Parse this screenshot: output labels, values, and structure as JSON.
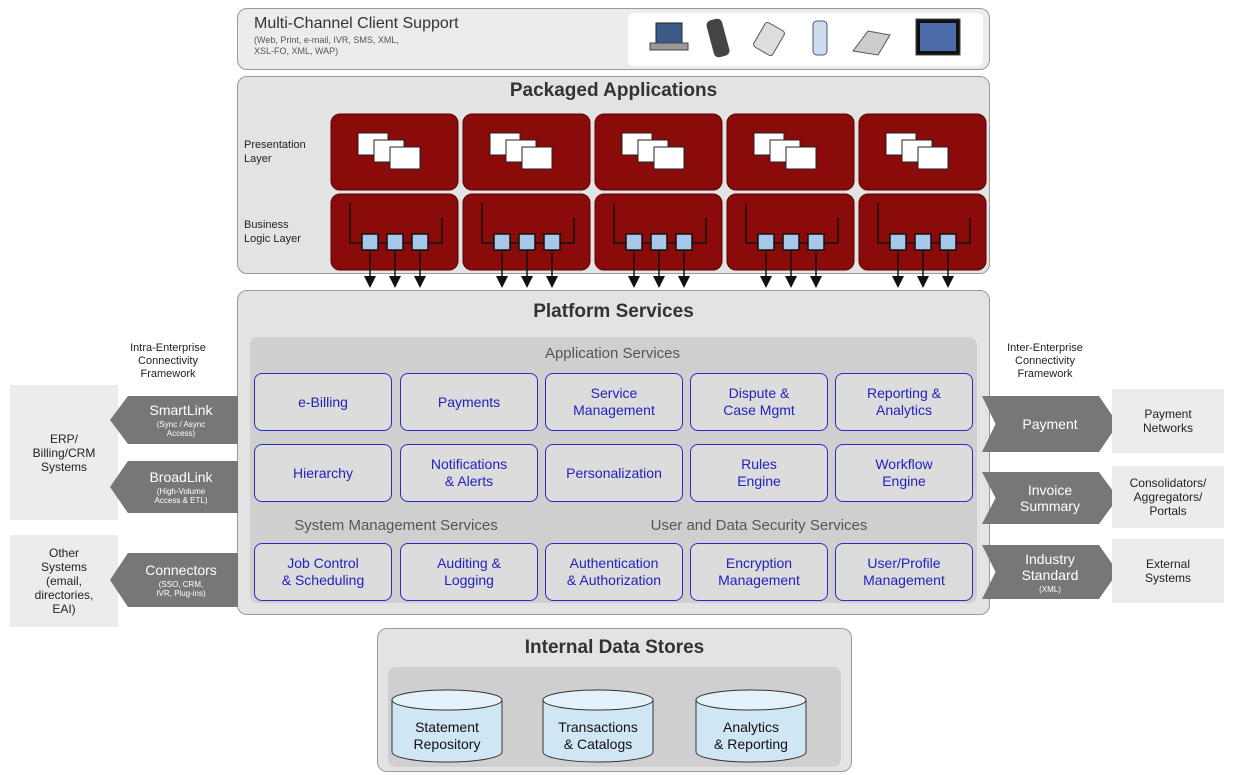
{
  "client_support": {
    "title": "Multi-Channel Client Support",
    "subtitle": "(Web, Print, e-mail, IVR, SMS, XML,\nXSL-FO, XML, WAP)",
    "devices": [
      "laptop-icon",
      "phone-icon",
      "pda-icon",
      "mobile-phone-icon",
      "desk-phone-icon",
      "monitor-icon"
    ]
  },
  "packaged": {
    "title": "Packaged Applications",
    "presentation_label": "Presentation\nLayer",
    "business_label": "Business\nLogic Layer"
  },
  "platform": {
    "title": "Platform Services",
    "app_services_label": "Application Services",
    "sys_mgmt_label": "System Management Services",
    "security_label": "User and Data Security Services",
    "row1": [
      "e-Billing",
      "Payments",
      "Service\nManagement",
      "Dispute &\nCase Mgmt",
      "Reporting &\nAnalytics"
    ],
    "row2": [
      "Hierarchy",
      "Notifications\n& Alerts",
      "Personalization",
      "Rules\nEngine",
      "Workflow\nEngine"
    ],
    "row3": [
      "Job Control\n& Scheduling",
      "Auditing &\nLogging",
      "Authentication\n& Authorization",
      "Encryption\nManagement",
      "User/Profile\nManagement"
    ]
  },
  "left": {
    "framework_label": "Intra-Enterprise\nConnectivity\nFramework",
    "erp_label": "ERP/\nBilling/CRM\nSystems",
    "other_label": "Other\nSystems\n(email,\ndirectories,\nEAI)",
    "smartlink": {
      "title": "SmartLink",
      "sub": "(Sync / Async\nAccess)"
    },
    "broadlink": {
      "title": "BroadLink",
      "sub": "(High-Volume\nAccess & ETL)"
    },
    "connectors": {
      "title": "Connectors",
      "sub": "(SSO, CRM,\nIVR, Plug-ins)"
    }
  },
  "right": {
    "framework_label": "Inter-Enterprise\nConnectivity\nFramework",
    "payment": {
      "title": "Payment",
      "sub": ""
    },
    "invoice": {
      "title": "Invoice\nSummary",
      "sub": ""
    },
    "industry": {
      "title": "Industry\nStandard",
      "sub": "(XML)"
    },
    "payment_networks": "Payment\nNetworks",
    "consolidators": "Consolidators/\nAggregators/\nPortals",
    "external": "External\nSystems"
  },
  "datastores": {
    "title": "Internal Data Stores",
    "items": [
      "Statement\nRepository",
      "Transactions\n& Catalogs",
      "Analytics\n& Reporting"
    ]
  },
  "colors": {
    "app_red": "#8b0a0a",
    "service_border": "#2b2bcc",
    "connector_gray": "#777777",
    "db_fill": "#cfe6f5"
  }
}
